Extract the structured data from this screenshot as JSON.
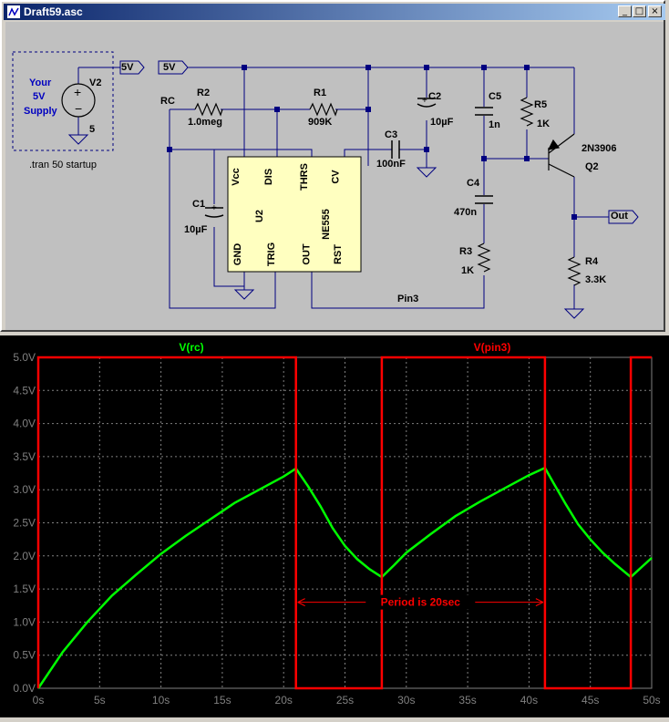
{
  "window": {
    "title": "Draft59.asc",
    "controls": [
      "_",
      "□",
      "×"
    ]
  },
  "schematic": {
    "supply_box": {
      "line1": "Your",
      "line2": "5V",
      "line3": "Supply"
    },
    "v2": {
      "name": "V2",
      "value": "5"
    },
    "net_labels": {
      "five_v_a": "5V",
      "five_v_b": "5V",
      "rc": "RC",
      "pin3": "Pin3",
      "out": "Out"
    },
    "directive": ".tran 50 startup",
    "components": {
      "r2": {
        "name": "R2",
        "value": "1.0meg"
      },
      "r1": {
        "name": "R1",
        "value": "909K"
      },
      "c1": {
        "name": "C1",
        "value": "10µF"
      },
      "c2": {
        "name": "C2",
        "value": "10µF"
      },
      "c3": {
        "name": "C3",
        "value": "100nF"
      },
      "c4": {
        "name": "C4",
        "value": "470n"
      },
      "c5": {
        "name": "C5",
        "value": "1n"
      },
      "r3": {
        "name": "R3",
        "value": "1K"
      },
      "r4": {
        "name": "R4",
        "value": "3.3K"
      },
      "r5": {
        "name": "R5",
        "value": "1K"
      },
      "q2": {
        "name": "Q2",
        "value": "2N3906"
      }
    },
    "ic": {
      "name": "U2",
      "part": "NE555",
      "pins": {
        "vcc": "Vcc",
        "dis": "DIS",
        "thrs": "THRS",
        "cv": "CV",
        "gnd": "GND",
        "trig": "TRIG",
        "out": "OUT",
        "rst": "RST"
      }
    }
  },
  "waveform": {
    "traces": [
      {
        "label": "V(rc)",
        "color": "#00ff00"
      },
      {
        "label": "V(pin3)",
        "color": "#ff0000"
      }
    ],
    "annotation": "Period is 20sec",
    "annotation_color": "#ff0000"
  },
  "chart_data": {
    "type": "line",
    "xlim": [
      0,
      50
    ],
    "ylim": [
      0,
      5
    ],
    "x_ticks": [
      "0s",
      "5s",
      "10s",
      "15s",
      "20s",
      "25s",
      "30s",
      "35s",
      "40s",
      "45s",
      "50s"
    ],
    "y_ticks": [
      "0.0V",
      "0.5V",
      "1.0V",
      "1.5V",
      "2.0V",
      "2.5V",
      "3.0V",
      "3.5V",
      "4.0V",
      "4.5V",
      "5.0V"
    ],
    "grid": true,
    "series": [
      {
        "name": "V(rc)",
        "color": "#00ff00",
        "x": [
          0,
          2,
          4,
          6,
          8,
          10,
          12,
          14,
          16,
          18,
          20,
          21,
          22,
          23,
          24,
          25,
          26,
          27,
          28,
          29,
          30,
          32,
          34,
          36,
          38,
          40,
          41.3,
          42,
          43,
          44,
          45,
          46,
          47,
          48.3,
          49,
          50
        ],
        "y": [
          0,
          0.55,
          1.0,
          1.4,
          1.72,
          2.03,
          2.3,
          2.55,
          2.8,
          3.0,
          3.2,
          3.32,
          3.05,
          2.75,
          2.42,
          2.15,
          1.95,
          1.8,
          1.68,
          1.86,
          2.05,
          2.33,
          2.6,
          2.82,
          3.02,
          3.22,
          3.33,
          3.1,
          2.78,
          2.48,
          2.25,
          2.05,
          1.88,
          1.68,
          1.8,
          1.97
        ]
      },
      {
        "name": "V(pin3)",
        "color": "#ff0000",
        "x": [
          0,
          0,
          21,
          21,
          28,
          28,
          41.3,
          41.3,
          48.3,
          48.3,
          50
        ],
        "y": [
          0,
          5,
          5,
          0,
          0,
          5,
          5,
          0,
          0,
          5,
          5
        ]
      }
    ]
  }
}
